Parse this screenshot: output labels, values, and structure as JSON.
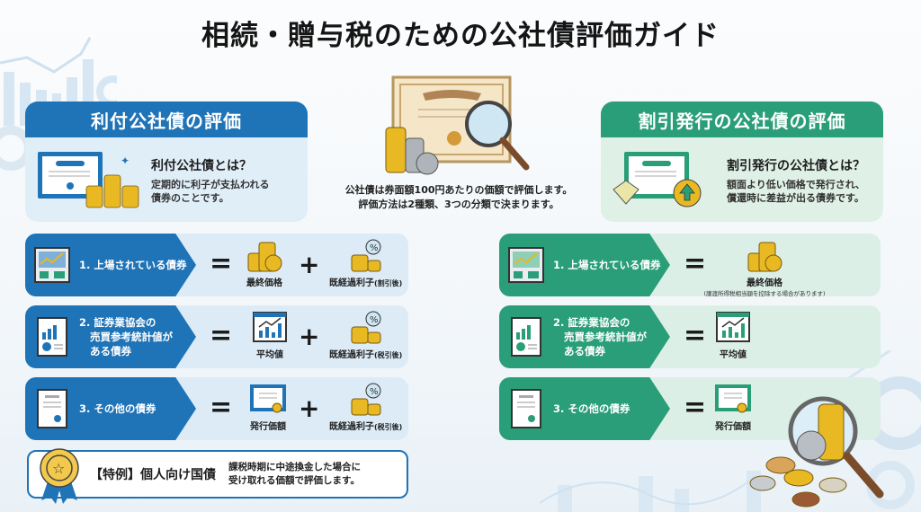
{
  "title": "相続・贈与税のための公社債評価ガイド",
  "center": {
    "line1": "公社債は券面額100円あたりの価額で評価します。",
    "line2": "評価方法は2種類、3つの分類で決まります。"
  },
  "colors": {
    "blue": "#1f73b7",
    "green": "#2a9e78",
    "coin": "#e8b923"
  },
  "left_panel": {
    "header": "利付公社債の評価",
    "question": "利付公社債とは？",
    "desc1": "定期的に利子が支払われる",
    "desc2": "債券のことです。",
    "rows": [
      {
        "label_lines": [
          "1. 上場されている債券"
        ],
        "icon": "market-board-icon",
        "term1": "最終価格",
        "term2": "既経過利子",
        "term2_note": "(割引後)"
      },
      {
        "label_lines": [
          "2. 証券業協会の",
          "売買参考統計値が",
          "ある債券"
        ],
        "icon": "report-icon",
        "term1": "平均値",
        "term2": "既経過利子",
        "term2_note": "(税引後)"
      },
      {
        "label_lines": [
          "3. その他の債券"
        ],
        "icon": "document-icon",
        "term1": "発行価額",
        "term2": "既経過利子",
        "term2_note": "(税引後)"
      }
    ],
    "special": {
      "label": "【特例】個人向け国債",
      "desc1": "課税時期に中途換金した場合に",
      "desc2": "受け取れる価額で評価します。"
    }
  },
  "right_panel": {
    "header": "割引発行の公社債の評価",
    "question": "割引発行の公社債とは？",
    "desc1": "額面より低い価格で発行され、",
    "desc2": "償還時に差益が出る債券です。",
    "rows": [
      {
        "label_lines": [
          "1. 上場されている債券"
        ],
        "icon": "market-board-icon",
        "term1": "最終価格",
        "term1_note": "(譲渡所得税相当額を控除する場合があります)"
      },
      {
        "label_lines": [
          "2. 証券業協会の",
          "売買参考統計値が",
          "ある債券"
        ],
        "icon": "report-icon",
        "term1": "平均値"
      },
      {
        "label_lines": [
          "3. その他の債券"
        ],
        "icon": "document-icon",
        "term1": "発行価額"
      }
    ]
  },
  "symbols": {
    "equals": "=",
    "plus": "+"
  }
}
